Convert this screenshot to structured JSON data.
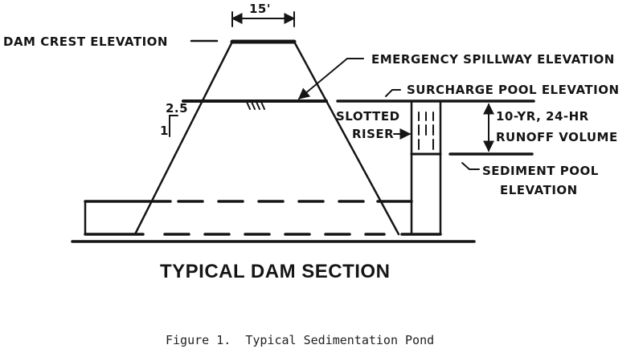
{
  "colors": {
    "ink": "#151515",
    "background": "#ffffff"
  },
  "diagram": {
    "crest_width": "15'",
    "labels": {
      "dam_crest": "DAM CREST ELEVATION",
      "emergency_spillway": "EMERGENCY SPILLWAY ELEVATION",
      "surcharge_pool": "SURCHARGE POOL ELEVATION",
      "slotted_riser_line1": "SLOTTED",
      "slotted_riser_line2": "RISER",
      "runoff_line1": "10-YR, 24-HR",
      "runoff_line2": "RUNOFF VOLUME",
      "sediment_pool_line1": "SEDIMENT POOL",
      "sediment_pool_line2": "ELEVATION"
    },
    "slope": {
      "horizontal": "2.5",
      "vertical": "1"
    },
    "section_title": "TYPICAL DAM SECTION"
  },
  "caption": "Figure 1.  Typical Sedimentation Pond"
}
